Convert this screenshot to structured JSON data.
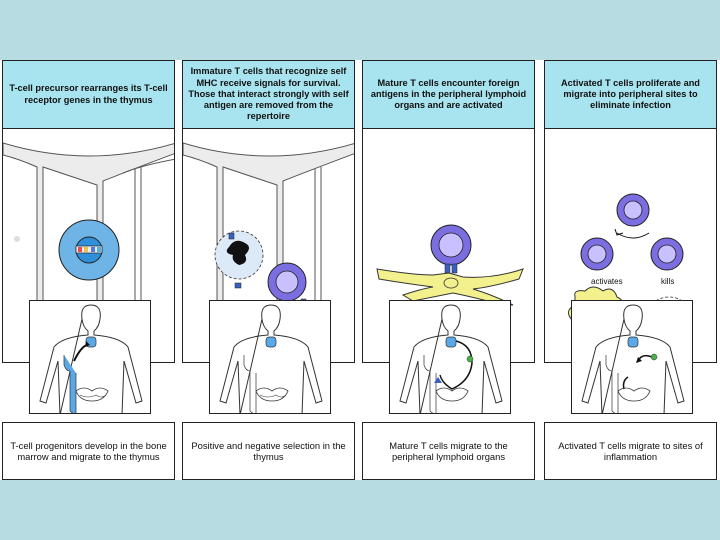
{
  "panels": [
    {
      "header": "T-cell precursor rearranges its T-cell receptor genes in the thymus",
      "caption": "T-cell progenitors develop in the bone marrow and migrate to the thymus"
    },
    {
      "header": "Immature T cells that recognize self MHC receive signals for survival. Those that interact strongly with self antigen are removed from the repertoire",
      "caption": "Positive and negative selection in the thymus"
    },
    {
      "header": "Mature T cells encounter foreign antigens in the peripheral lymphoid organs and are activated",
      "caption": "Mature T cells migrate to the peripheral lymphoid organs"
    },
    {
      "header": "Activated T cells proliferate and migrate into peripheral sites to eliminate infection",
      "caption": "Activated T cells migrate to sites of inflammation",
      "labels": {
        "activates": "activates",
        "kills": "kills"
      }
    }
  ],
  "colors": {
    "background": "#b7dde3",
    "header": "#a8e4ef",
    "cell_blue": "#6fb4e6",
    "tcell": "#6f6fd6",
    "dendritic": "#f3f08e",
    "organ": "#5aa9e6"
  }
}
